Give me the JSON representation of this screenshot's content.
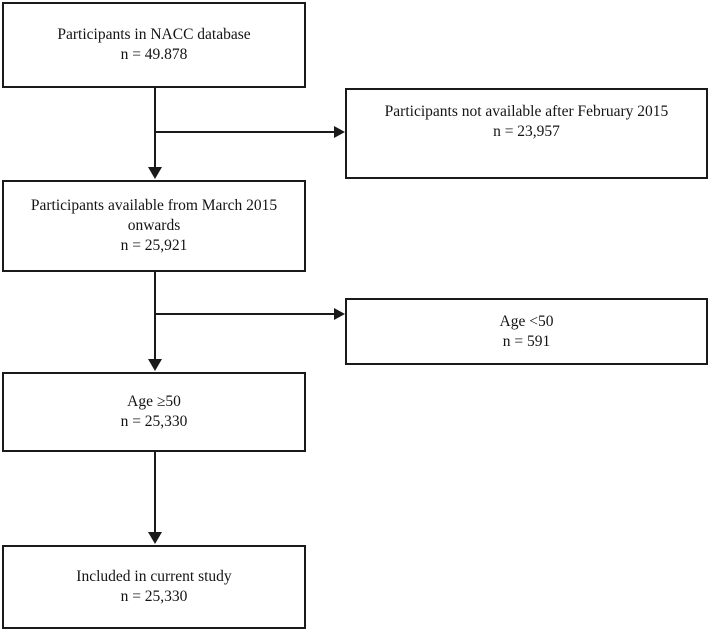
{
  "diagram": {
    "title": "Participant selection flow diagram",
    "type": "flowchart",
    "line_color": "#1a1a1a",
    "text_color": "#141414",
    "background": "#ffffff"
  },
  "nodes": {
    "source": {
      "label": "Participants in NACC database\nn = 49.878",
      "line1": "Participants in NACC database",
      "count_text": "n = 49.878"
    },
    "excluded_date": {
      "label": "Participants not available after February 2015\nn = 23,957",
      "line1": "Participants not available after February 2015",
      "count_text": "n = 23,957"
    },
    "available": {
      "label": "Participants available from March 2015 onwards\nn = 25,921",
      "line1": "Participants available from March 2015 onwards",
      "count_text": "n = 25,921"
    },
    "excluded_age": {
      "label": "Age <50\nn = 591",
      "line1": "Age <50",
      "count_text": "n = 591"
    },
    "age_eligible": {
      "label": "Age ≥50\nn = 25,330",
      "line1": "Age ≥50",
      "count_text": "n = 25,330"
    },
    "included": {
      "label": "Included in current study\nn = 25,330",
      "line1": "Included in current study",
      "count_text": "n = 25,330"
    }
  },
  "connectors": [
    {
      "name": "source-to-available",
      "kind": "arrow-down"
    },
    {
      "name": "source-to-excluded-date",
      "kind": "arrow-right"
    },
    {
      "name": "available-to-age-eligible",
      "kind": "arrow-down"
    },
    {
      "name": "available-to-excluded-age",
      "kind": "arrow-right"
    },
    {
      "name": "age-eligible-to-included",
      "kind": "arrow-down"
    }
  ]
}
